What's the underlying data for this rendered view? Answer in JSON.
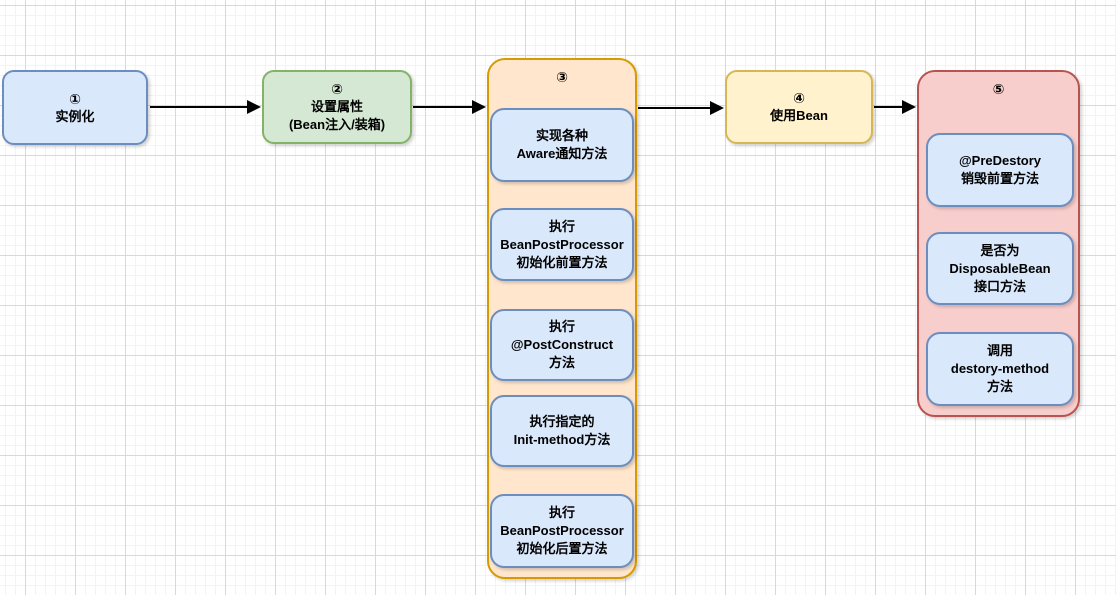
{
  "nodes": {
    "step1": {
      "number": "①",
      "label": "实例化"
    },
    "step2": {
      "number": "②",
      "label": "设置属性\n(Bean注入/装箱)"
    },
    "step3": {
      "number": "③",
      "children": [
        "实现各种\nAware通知方法",
        "执行\nBeanPostProcessor\n初始化前置方法",
        "执行\n@PostConstruct\n方法",
        "执行指定的\nInit-method方法",
        "执行\nBeanPostProcessor\n初始化后置方法"
      ]
    },
    "step4": {
      "number": "④",
      "label": "使用Bean"
    },
    "step5": {
      "number": "⑤",
      "children": [
        "@PreDestory\n销毁前置方法",
        "是否为\nDisposableBean\n接口方法",
        "调用\ndestory-method\n方法"
      ]
    }
  },
  "colors": {
    "node_blue_fill": "#dae8fc",
    "node_blue_stroke": "#6c8ebf",
    "node_green_fill": "#d5e8d4",
    "node_green_stroke": "#82b366",
    "container_orange_fill": "#ffe6cc",
    "container_orange_stroke": "#d79b00",
    "node_yellow_fill": "#fff2cc",
    "node_yellow_stroke": "#d6b656",
    "container_red_fill": "#f8cecc",
    "container_red_stroke": "#b85450",
    "connector": "#000000",
    "grid_minor": "#f3f3f3",
    "grid_major": "#d9d9d9"
  }
}
